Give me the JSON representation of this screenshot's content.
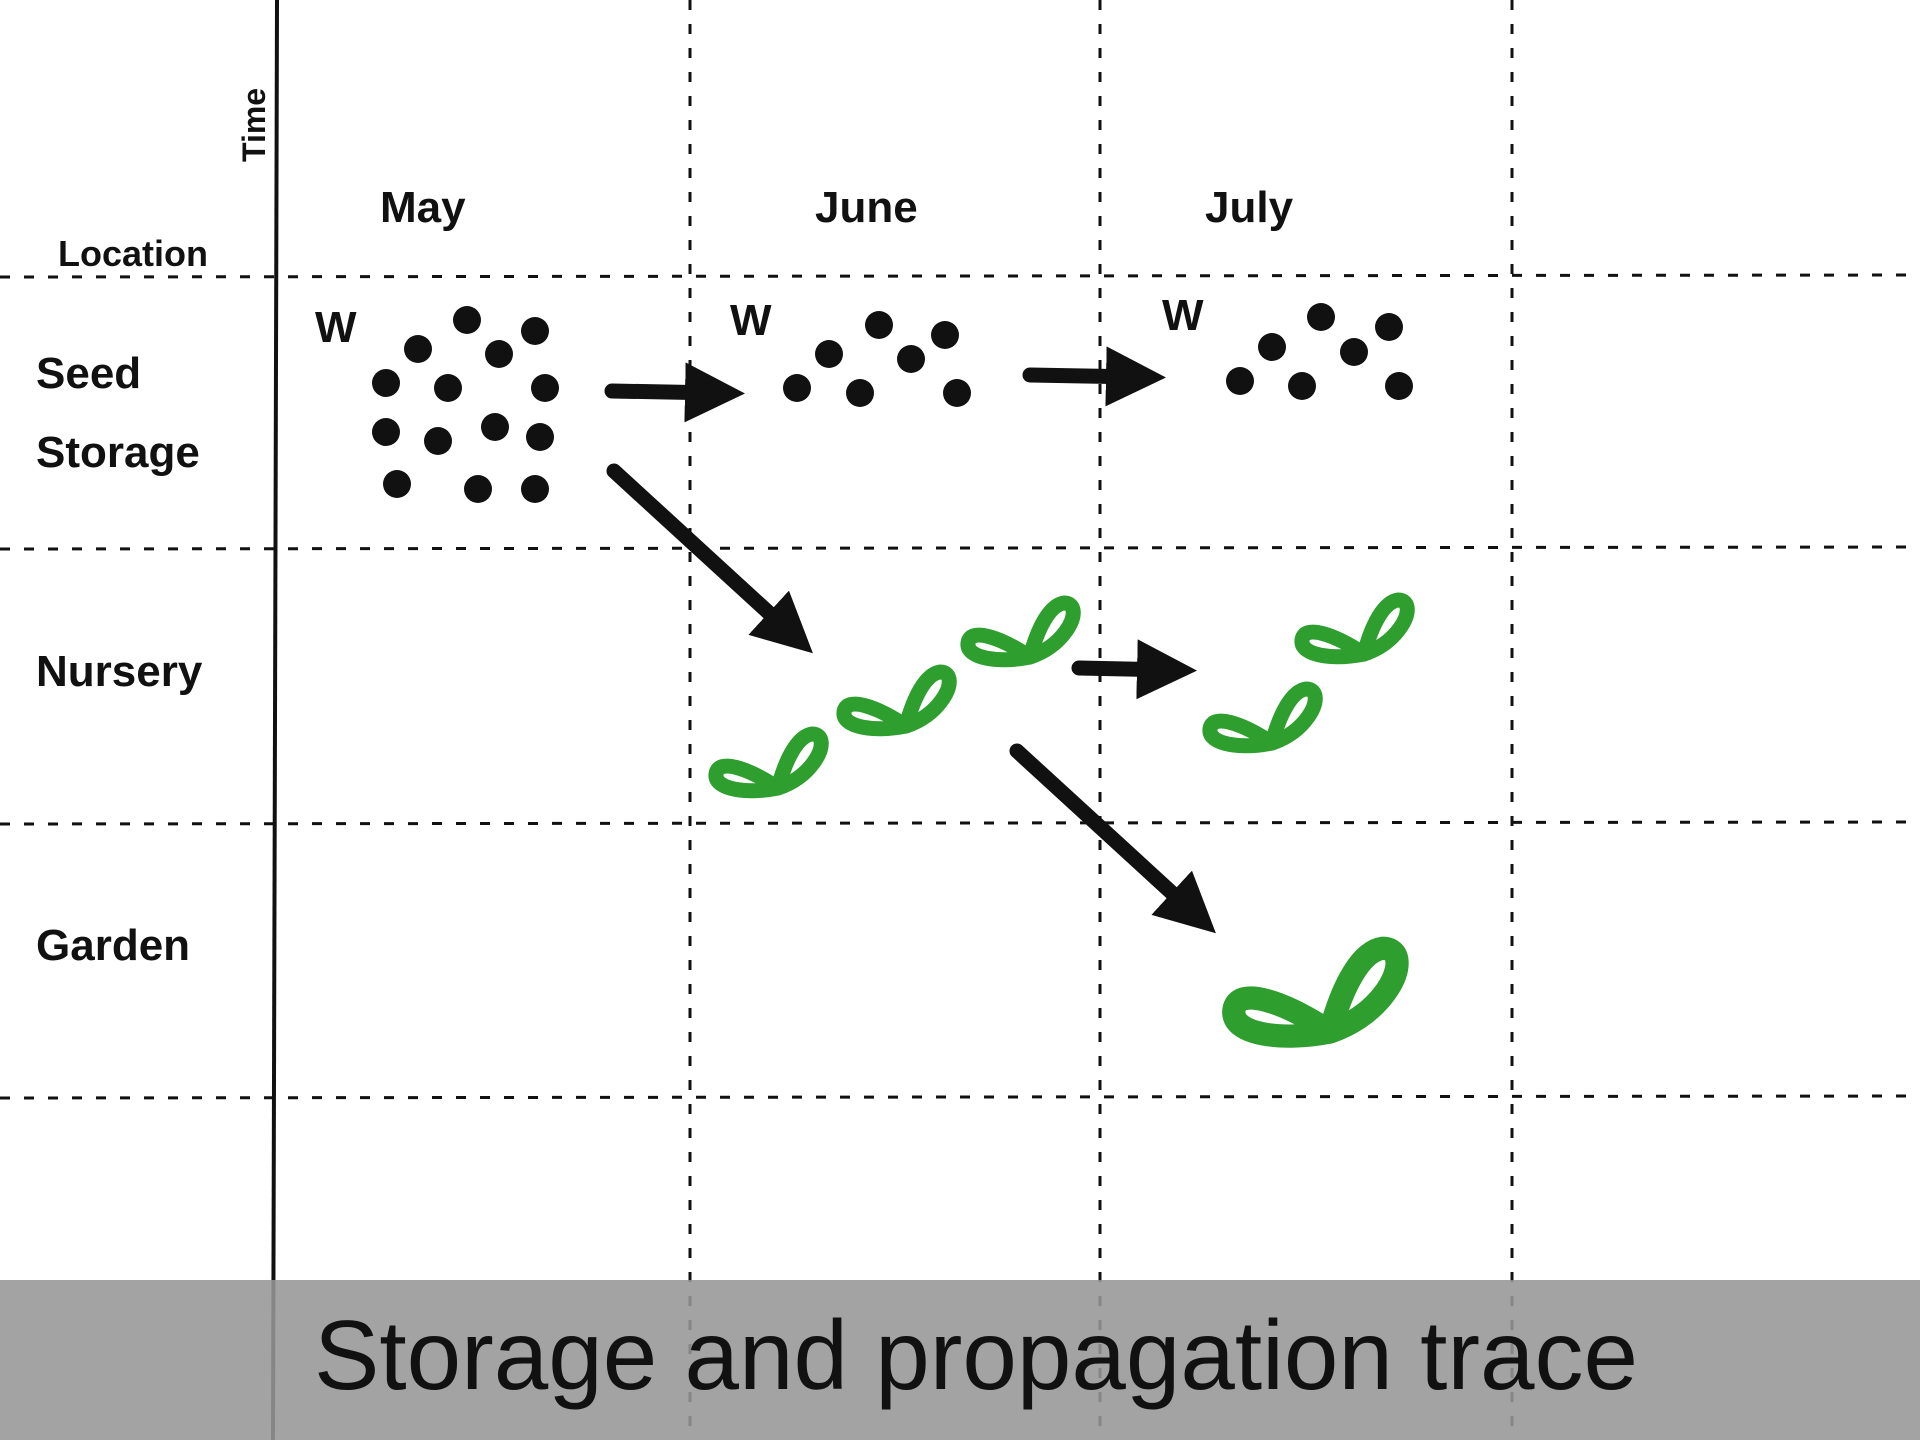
{
  "axis": {
    "time_label": "Time",
    "location_label": "Location"
  },
  "columns": [
    "May",
    "June",
    "July"
  ],
  "rows": [
    {
      "line1": "Seed",
      "line2": "Storage"
    },
    {
      "line1": "Nursery",
      "line2": ""
    },
    {
      "line1": "Garden",
      "line2": ""
    }
  ],
  "seed_markers": [
    "W",
    "W",
    "W"
  ],
  "caption": "Storage and propagation trace",
  "colors": {
    "line": "#111111",
    "seedling": "#2e9e2e",
    "caption_band": "#969696"
  },
  "icons": {
    "seed": "dot",
    "seedling": "sprout-icon",
    "transition": "arrow-icon"
  }
}
